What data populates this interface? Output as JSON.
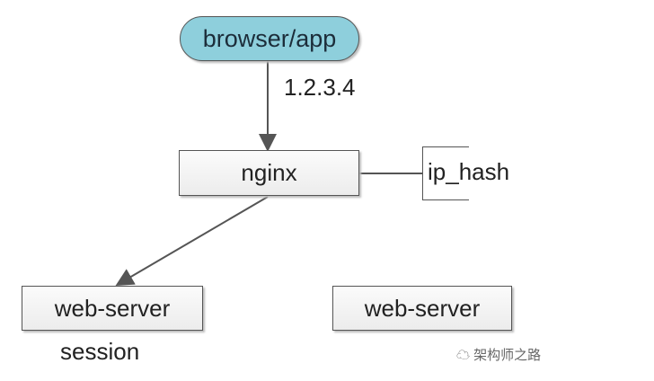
{
  "nodes": {
    "client": "browser/app",
    "proxy": "nginx",
    "server_left": "web-server",
    "server_right": "web-server"
  },
  "labels": {
    "edge_ip": "1.2.3.4",
    "annotation": "ip_hash",
    "session": "session"
  },
  "watermark": "架构师之路",
  "colors": {
    "client_fill": "#8ecfdc",
    "line": "#555555"
  }
}
